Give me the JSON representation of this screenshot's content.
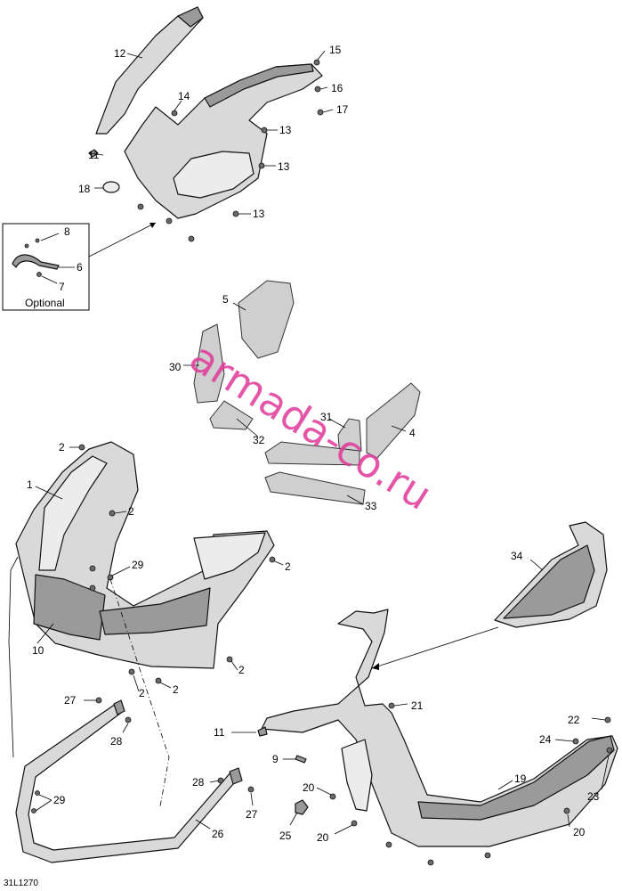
{
  "diagram_code": "31L1270",
  "watermark": "armada-co.ru",
  "optional_box": {
    "title": "Optional"
  },
  "callouts": {
    "c1": "1",
    "c2a": "2",
    "c2b": "2",
    "c2c": "2",
    "c2d": "2",
    "c2e": "2",
    "c2f": "2",
    "c4": "4",
    "c5": "5",
    "c6": "6",
    "c7": "7",
    "c8": "8",
    "c9": "9",
    "c10": "10",
    "c11a": "11",
    "c11b": "11",
    "c12": "12",
    "c13a": "13",
    "c13b": "13",
    "c13c": "13",
    "c14": "14",
    "c15": "15",
    "c16": "16",
    "c17": "17",
    "c18": "18",
    "c19": "19",
    "c20a": "20",
    "c20b": "20",
    "c20c": "20",
    "c21": "21",
    "c22": "22",
    "c23": "23",
    "c24": "24",
    "c25": "25",
    "c26": "26",
    "c27a": "27",
    "c27b": "27",
    "c28a": "28",
    "c28b": "28",
    "c29a": "29",
    "c29b": "29",
    "c30": "30",
    "c31": "31",
    "c32": "32",
    "c33": "33",
    "c34": "34"
  }
}
